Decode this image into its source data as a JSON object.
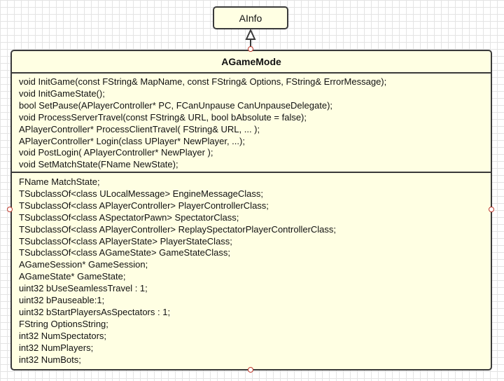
{
  "parent_class": {
    "name": "AInfo"
  },
  "class": {
    "name": "AGameMode",
    "methods": [
      "void InitGame(const FString& MapName, const FString& Options, FString& ErrorMessage);",
      "void InitGameState();",
      "bool SetPause(APlayerController* PC, FCanUnpause CanUnpauseDelegate);",
      "void ProcessServerTravel(const FString& URL, bool bAbsolute = false);",
      "APlayerController* ProcessClientTravel( FString& URL, ... );",
      "APlayerController* Login(class UPlayer* NewPlayer, ...);",
      "void PostLogin( APlayerController* NewPlayer );",
      "void SetMatchState(FName NewState);"
    ],
    "attributes": [
      "FName MatchState;",
      "TSubclassOf<class ULocalMessage> EngineMessageClass;",
      "TSubclassOf<class APlayerController> PlayerControllerClass;",
      "TSubclassOf<class ASpectatorPawn> SpectatorClass;",
      "TSubclassOf<class APlayerController> ReplaySpectatorPlayerControllerClass;",
      "TSubclassOf<class APlayerState> PlayerStateClass;",
      "TSubclassOf<class AGameState> GameStateClass;",
      "AGameSession* GameSession;",
      "AGameState* GameState;",
      "uint32 bUseSeamlessTravel : 1;",
      "uint32 bPauseable:1;",
      "uint32 bStartPlayersAsSpectators : 1;",
      "FString OptionsString;",
      "int32 NumSpectators;",
      "int32 NumPlayers;",
      "int32 NumBots;"
    ]
  },
  "colors": {
    "box_fill": "#ffffe3",
    "box_border": "#3a3a3a",
    "handle": "#c0392b",
    "grid": "#e4e4e4"
  },
  "relationship": {
    "type": "generalization"
  }
}
